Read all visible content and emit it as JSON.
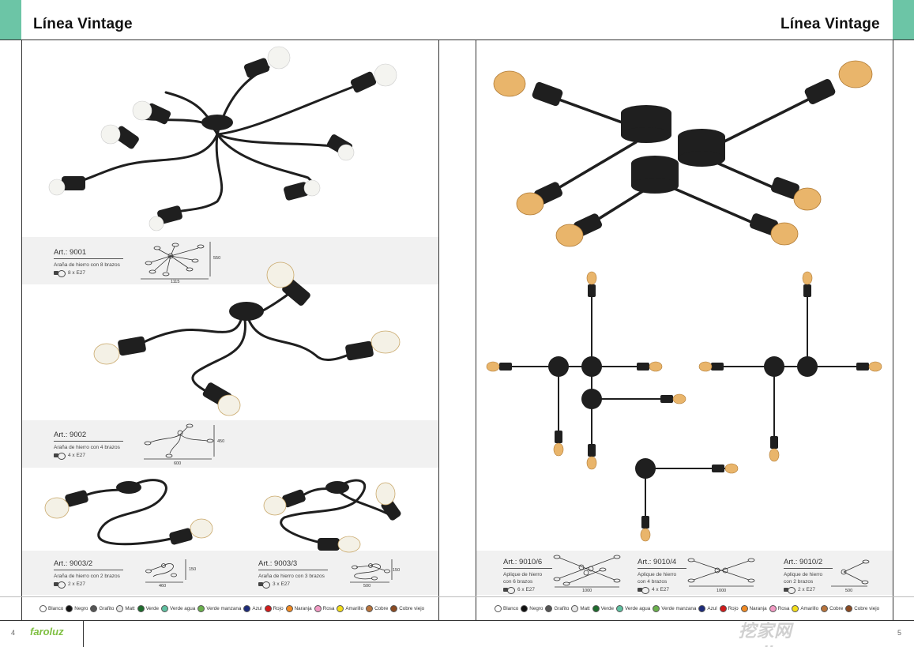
{
  "header": {
    "left_title": "Línea Vintage",
    "right_title": "Línea Vintage"
  },
  "colors": {
    "accent_tab": "#6cc5a6",
    "logo_green": "#7fbf42",
    "lamp_black": "#1f1f1f",
    "bulb_white": "#f4f4f0",
    "bulb_amber": "#e0a55a"
  },
  "left_page": {
    "products": [
      {
        "code": "Art.: 9001",
        "desc": "Araña de hierro con 8 brazos",
        "bulbs": "8 x E27",
        "dim_w": "1115",
        "dim_h": "550"
      },
      {
        "code": "Art.: 9002",
        "desc": "Araña de hierro con 4 brazos",
        "bulbs": "4 x E27",
        "dim_w": "600",
        "dim_h": "450"
      },
      {
        "code": "Art.: 9003/2",
        "desc": "Araña de hierro con 2 brazos",
        "bulbs": "2 x E27",
        "dim_w": "460",
        "dim_h": "150"
      },
      {
        "code": "Art.: 9003/3",
        "desc": "Araña de hierro con 3 brazos",
        "bulbs": "3 x E27",
        "dim_w": "500",
        "dim_h": "150"
      }
    ],
    "page_number": "4",
    "logo": "faroluz"
  },
  "right_page": {
    "products": [
      {
        "code": "Art.: 9010/6",
        "desc_line1": "Aplique de hierro",
        "desc_line2": "con 6 brazos",
        "bulbs": "6 x E27",
        "dim_w": "1000"
      },
      {
        "code": "Art.: 9010/4",
        "desc_line1": "Aplique de hierro",
        "desc_line2": "con 4 brazos",
        "bulbs": "4 x E27",
        "dim_w": "1000"
      },
      {
        "code": "Art.: 9010/2",
        "desc_line1": "Aplique de hierro",
        "desc_line2": "con 2 brazos",
        "bulbs": "2 x E27",
        "dim_w": "500"
      }
    ],
    "page_number": "5"
  },
  "legend": [
    {
      "label": "Blanco",
      "color": "#ffffff"
    },
    {
      "label": "Negro",
      "color": "#111111"
    },
    {
      "label": "Grafito",
      "color": "#555555"
    },
    {
      "label": "Matt",
      "color": "#e6e6e6"
    },
    {
      "label": "Verde",
      "color": "#1e6b2d"
    },
    {
      "label": "Verde agua",
      "color": "#5fc0a0"
    },
    {
      "label": "Verde manzana",
      "color": "#6ab04c"
    },
    {
      "label": "Azul",
      "color": "#1d2b7a"
    },
    {
      "label": "Rojo",
      "color": "#d11b1b"
    },
    {
      "label": "Naranja",
      "color": "#f08a24"
    },
    {
      "label": "Rosa",
      "color": "#f29ac4"
    },
    {
      "label": "Amarillo",
      "color": "#f3dd1a"
    },
    {
      "label": "Cobre",
      "color": "#b8743c"
    },
    {
      "label": "Cobre viejo",
      "color": "#8a4a22"
    }
  ],
  "watermark": "挖家网 wajiawang.com"
}
